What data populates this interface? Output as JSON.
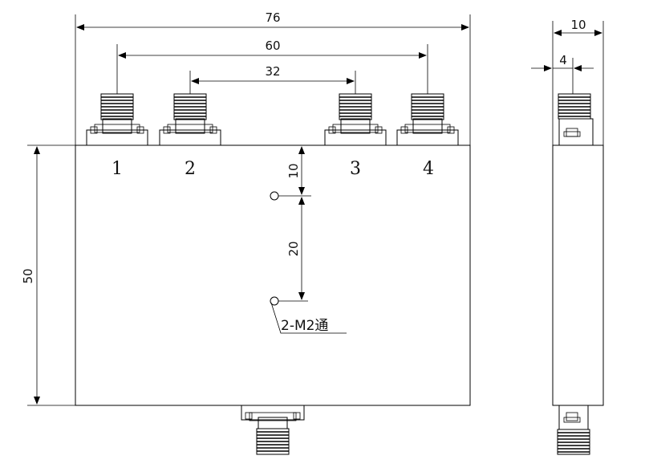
{
  "dimensions": {
    "overall_width": "76",
    "outer_port_spacing": "60",
    "inner_port_spacing": "32",
    "height": "50",
    "hole_offset_top": "10",
    "hole_spacing": "20",
    "side_thickness": "10",
    "side_connector_offset": "4"
  },
  "ports": [
    "1",
    "2",
    "3",
    "4"
  ],
  "note": "2-M2通",
  "colors": {
    "line": "#000000",
    "body_fill": "#f4f4f4",
    "background": "#ffffff"
  }
}
